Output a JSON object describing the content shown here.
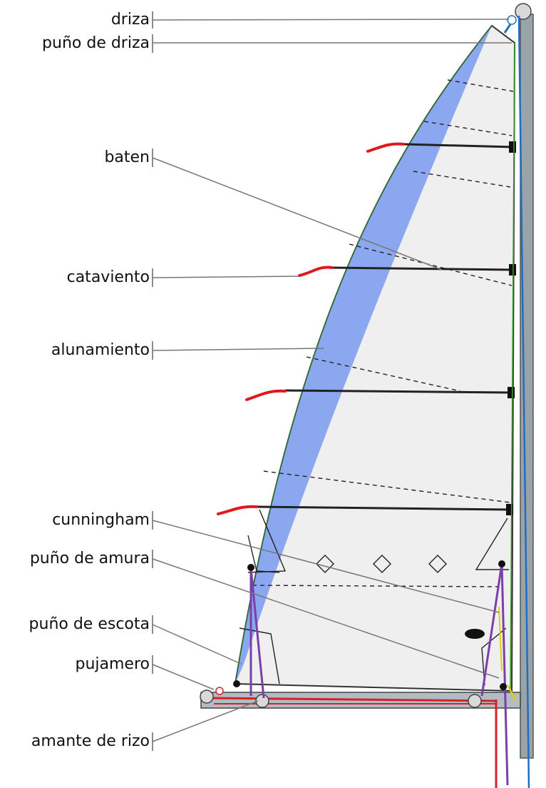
{
  "labels": {
    "driza": "driza",
    "puno_de_driza": "puño de driza",
    "baten": "baten",
    "cataviento": "cataviento",
    "alunamiento": "alunamiento",
    "cunningham": "cunningham",
    "puno_de_amura": "puño de amura",
    "puno_de_escota": "puño de escota",
    "pujamero": "pujamero",
    "amante_de_rizo": "amante de rizo"
  },
  "colors": {
    "roach": "#7f9ff0",
    "sail": "#efefef",
    "telltale": "#e0191c",
    "reef_line": "#7a3fa8",
    "halyard": "#1e6fc4",
    "boom_rope": "#d8202a",
    "leader": "#777777",
    "mast": "#9aa3a8"
  }
}
